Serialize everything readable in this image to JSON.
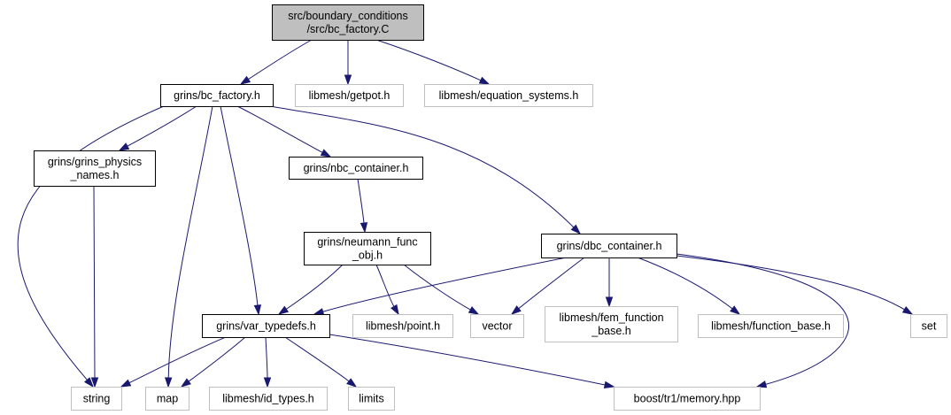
{
  "colors": {
    "edge": "#191970",
    "root_fill": "#bfbfbf",
    "documented_border": "#000000",
    "undocumented_border": "#bfbfbf",
    "node_fill": "#ffffff"
  },
  "nodes": [
    {
      "id": "bc_factory_C",
      "lines": [
        "src/boundary_conditions",
        "/src/bc_factory.C"
      ],
      "style": "root"
    },
    {
      "id": "grins_bc_factory_h",
      "lines": [
        "grins/bc_factory.h"
      ],
      "style": "documented"
    },
    {
      "id": "libmesh_getpot_h",
      "lines": [
        "libmesh/getpot.h"
      ],
      "style": "external"
    },
    {
      "id": "libmesh_equation_systems_h",
      "lines": [
        "libmesh/equation_systems.h"
      ],
      "style": "external"
    },
    {
      "id": "grins_physics_names_h",
      "lines": [
        "grins/grins_physics",
        "_names.h"
      ],
      "style": "documented"
    },
    {
      "id": "grins_nbc_container_h",
      "lines": [
        "grins/nbc_container.h"
      ],
      "style": "documented"
    },
    {
      "id": "grins_neumann_func_obj_h",
      "lines": [
        "grins/neumann_func",
        "_obj.h"
      ],
      "style": "documented"
    },
    {
      "id": "grins_dbc_container_h",
      "lines": [
        "grins/dbc_container.h"
      ],
      "style": "documented"
    },
    {
      "id": "grins_var_typedefs_h",
      "lines": [
        "grins/var_typedefs.h"
      ],
      "style": "documented"
    },
    {
      "id": "libmesh_point_h",
      "lines": [
        "libmesh/point.h"
      ],
      "style": "external"
    },
    {
      "id": "vector",
      "lines": [
        "vector"
      ],
      "style": "external"
    },
    {
      "id": "libmesh_fem_function_base_h",
      "lines": [
        "libmesh/fem_function",
        "_base.h"
      ],
      "style": "external"
    },
    {
      "id": "libmesh_function_base_h",
      "lines": [
        "libmesh/function_base.h"
      ],
      "style": "external"
    },
    {
      "id": "set",
      "lines": [
        "set"
      ],
      "style": "external"
    },
    {
      "id": "string",
      "lines": [
        "string"
      ],
      "style": "external"
    },
    {
      "id": "map",
      "lines": [
        "map"
      ],
      "style": "external"
    },
    {
      "id": "libmesh_id_types_h",
      "lines": [
        "libmesh/id_types.h"
      ],
      "style": "external"
    },
    {
      "id": "limits",
      "lines": [
        "limits"
      ],
      "style": "external"
    },
    {
      "id": "boost_tr1_memory_hpp",
      "lines": [
        "boost/tr1/memory.hpp"
      ],
      "style": "external"
    }
  ],
  "edges": [
    {
      "from": "bc_factory_C",
      "to": "grins_bc_factory_h"
    },
    {
      "from": "bc_factory_C",
      "to": "libmesh_getpot_h"
    },
    {
      "from": "bc_factory_C",
      "to": "libmesh_equation_systems_h"
    },
    {
      "from": "grins_bc_factory_h",
      "to": "grins_physics_names_h"
    },
    {
      "from": "grins_bc_factory_h",
      "to": "grins_nbc_container_h"
    },
    {
      "from": "grins_bc_factory_h",
      "to": "grins_dbc_container_h"
    },
    {
      "from": "grins_bc_factory_h",
      "to": "grins_var_typedefs_h"
    },
    {
      "from": "grins_bc_factory_h",
      "to": "string"
    },
    {
      "from": "grins_bc_factory_h",
      "to": "map"
    },
    {
      "from": "grins_physics_names_h",
      "to": "string"
    },
    {
      "from": "grins_nbc_container_h",
      "to": "grins_neumann_func_obj_h"
    },
    {
      "from": "grins_neumann_func_obj_h",
      "to": "grins_var_typedefs_h"
    },
    {
      "from": "grins_neumann_func_obj_h",
      "to": "libmesh_point_h"
    },
    {
      "from": "grins_neumann_func_obj_h",
      "to": "vector"
    },
    {
      "from": "grins_dbc_container_h",
      "to": "grins_var_typedefs_h"
    },
    {
      "from": "grins_dbc_container_h",
      "to": "vector"
    },
    {
      "from": "grins_dbc_container_h",
      "to": "libmesh_fem_function_base_h"
    },
    {
      "from": "grins_dbc_container_h",
      "to": "libmesh_function_base_h"
    },
    {
      "from": "grins_dbc_container_h",
      "to": "set"
    },
    {
      "from": "grins_dbc_container_h",
      "to": "boost_tr1_memory_hpp"
    },
    {
      "from": "grins_var_typedefs_h",
      "to": "string"
    },
    {
      "from": "grins_var_typedefs_h",
      "to": "map"
    },
    {
      "from": "grins_var_typedefs_h",
      "to": "libmesh_id_types_h"
    },
    {
      "from": "grins_var_typedefs_h",
      "to": "limits"
    },
    {
      "from": "grins_var_typedefs_h",
      "to": "boost_tr1_memory_hpp"
    }
  ]
}
